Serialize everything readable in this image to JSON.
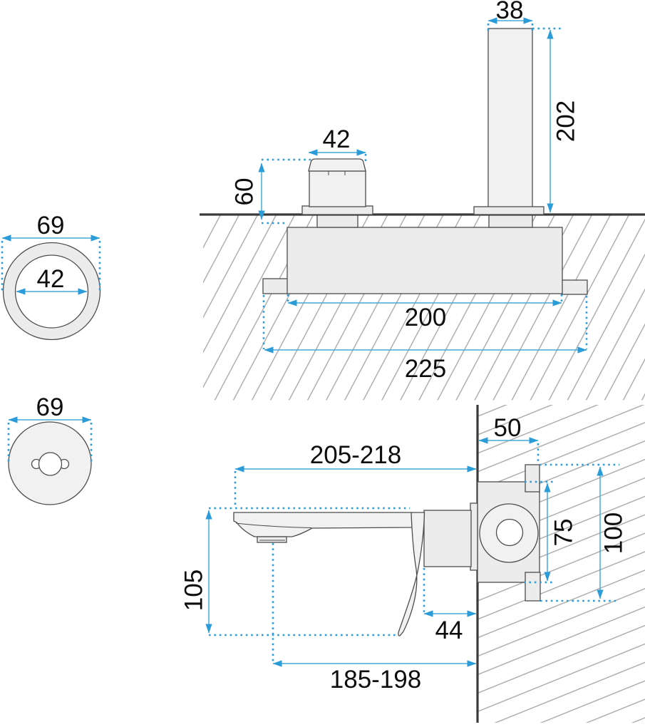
{
  "drawing": {
    "title": "wall-mounted waterfall basin mixer installation dimensions",
    "views": [
      "deck front section",
      "wall side section"
    ]
  },
  "colors": {
    "dimension_blue": "#2b9cd8",
    "dimension_line_blue": "#45aadc",
    "outline_gray": "#4d4d4d",
    "surface_dark": "#3a3a3a",
    "fixture_fill": "#ececec",
    "hatch_gray": "#a8a8a8"
  },
  "labels": {
    "top": {
      "ring_outer": "69",
      "ring_inner": "42",
      "handle_width": "42",
      "handle_height": "60",
      "spout_width": "38",
      "spout_height": "202",
      "body_length": "200",
      "overall_length": "225"
    },
    "side": {
      "plate_diameter": "69",
      "spout_reach": "205-218",
      "wall_depth": "50",
      "drop_height": "105",
      "handle_gap": "44",
      "outlet_reach": "185-198",
      "body_height": "75",
      "overall_height": "100"
    }
  }
}
